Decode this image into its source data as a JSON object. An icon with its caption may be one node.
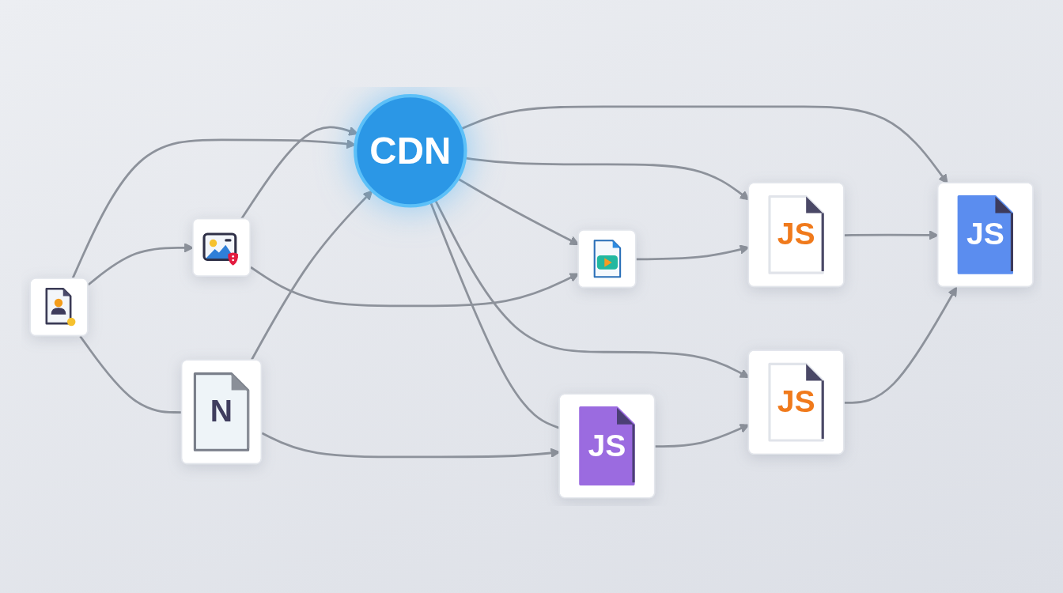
{
  "diagram": {
    "nodes": [
      {
        "text": [],
        "shape": "picture"
      },
      {
        "text": [],
        "shape": "picture"
      },
      {
        "text": [
          "JS"
        ]
      },
      {
        "text": [],
        "shape": "picture"
      },
      {
        "text": [
          "CDN"
        ]
      },
      {
        "text": [
          "JS"
        ]
      },
      {
        "text": [
          "N"
        ]
      },
      {
        "text": [
          "JS"
        ]
      },
      {
        "text": [
          "JS"
        ]
      }
    ],
    "edges": [
      {
        "from": 0,
        "to": 4,
        "arrow": "to"
      },
      {
        "from": 4,
        "to": 1,
        "arrow": "to"
      },
      {
        "from": 4,
        "to": 2,
        "arrow": "to"
      },
      {
        "from": 3,
        "to": 4,
        "arrow": "to"
      },
      {
        "from": 4,
        "to": 5,
        "arrow": "to"
      },
      {
        "from": 6,
        "to": 4,
        "arrow": "to"
      },
      {
        "from": 4,
        "to": 8,
        "arrow": "to"
      },
      {
        "from": 4,
        "to": 7,
        "arrow": "none"
      },
      {
        "from": 3,
        "to": 0,
        "arrow": "to"
      },
      {
        "from": 0,
        "to": 1,
        "arrow": "to"
      },
      {
        "from": 1,
        "to": 2,
        "arrow": "to"
      },
      {
        "from": 2,
        "to": 5,
        "arrow": "to"
      },
      {
        "from": 8,
        "to": 5,
        "arrow": "to"
      },
      {
        "from": 7,
        "to": 8,
        "arrow": "to"
      },
      {
        "from": 6,
        "to": 7,
        "arrow": "to"
      },
      {
        "from": 3,
        "to": 6,
        "arrow": "none"
      }
    ]
  }
}
